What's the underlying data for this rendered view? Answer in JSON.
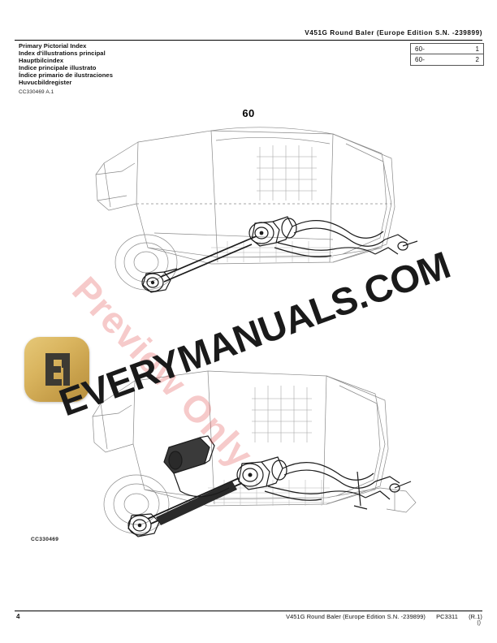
{
  "header": {
    "title": "V451G Round Baler (Europe Edition S.N. -239899)"
  },
  "index": {
    "titles": [
      "Primary Pictorial Index",
      "Index d'illustrations principal",
      "Hauptbilcindex",
      "Indice principale illustrato",
      "Índice primario de ilustraciones",
      "Huvucbildregister"
    ],
    "figure_code": "CC330469 A.1"
  },
  "ref_box": {
    "rows": [
      {
        "section": "60-",
        "item": "1"
      },
      {
        "section": "60-",
        "item": "2"
      }
    ]
  },
  "figure": {
    "number": "60",
    "caption": "CC330469"
  },
  "watermark": {
    "brand": "EVERYMANUALS.COM",
    "preview": "Preview Only",
    "logo_letter": "E",
    "logo_color": "#d4ae59"
  },
  "footer": {
    "page_number": "4",
    "title": "V451G Round Baler (Europe Edition S.N. -239899)",
    "catalog": "PC3311",
    "revision": "(R.1)",
    "mark": "()"
  }
}
